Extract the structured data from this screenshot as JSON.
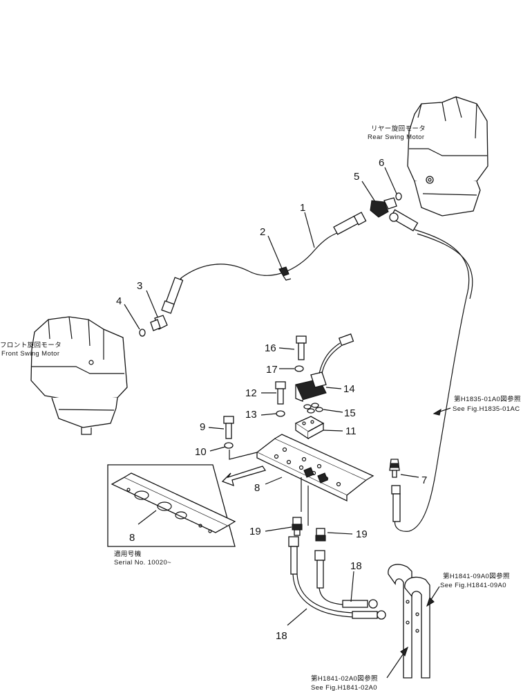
{
  "callouts": [
    {
      "id": "1",
      "label": "1"
    },
    {
      "id": "2",
      "label": "2"
    },
    {
      "id": "3",
      "label": "3"
    },
    {
      "id": "4",
      "label": "4"
    },
    {
      "id": "5",
      "label": "5"
    },
    {
      "id": "6",
      "label": "6"
    },
    {
      "id": "7",
      "label": "7"
    },
    {
      "id": "8a",
      "label": "8"
    },
    {
      "id": "8b",
      "label": "8"
    },
    {
      "id": "9",
      "label": "9"
    },
    {
      "id": "10",
      "label": "10"
    },
    {
      "id": "11",
      "label": "11"
    },
    {
      "id": "12",
      "label": "12"
    },
    {
      "id": "13",
      "label": "13"
    },
    {
      "id": "14",
      "label": "14"
    },
    {
      "id": "15",
      "label": "15"
    },
    {
      "id": "16",
      "label": "16"
    },
    {
      "id": "17",
      "label": "17"
    },
    {
      "id": "18a",
      "label": "18"
    },
    {
      "id": "18b",
      "label": "18"
    },
    {
      "id": "19a",
      "label": "19"
    },
    {
      "id": "19b",
      "label": "19"
    }
  ],
  "captions": {
    "rear_motor_jp": "リヤー旋回モータ",
    "rear_motor_en": "Rear  Swing  Motor",
    "front_motor_jp": "フロント旋回モータ",
    "front_motor_en": "Front  Swing  Motor",
    "ref1_jp": "第H1835-01A0図参照",
    "ref1_en": "See Fig.H1835-01AC",
    "ref2_jp": "第H1841-09A0図参照",
    "ref2_en": "See Fig.H1841-09A0",
    "ref3_jp": "第H1841-02A0図参照",
    "ref3_en": "See Fig.H1841-02A0",
    "serial_jp": "適用号機",
    "serial_en": "Serial  No.  10020~"
  }
}
